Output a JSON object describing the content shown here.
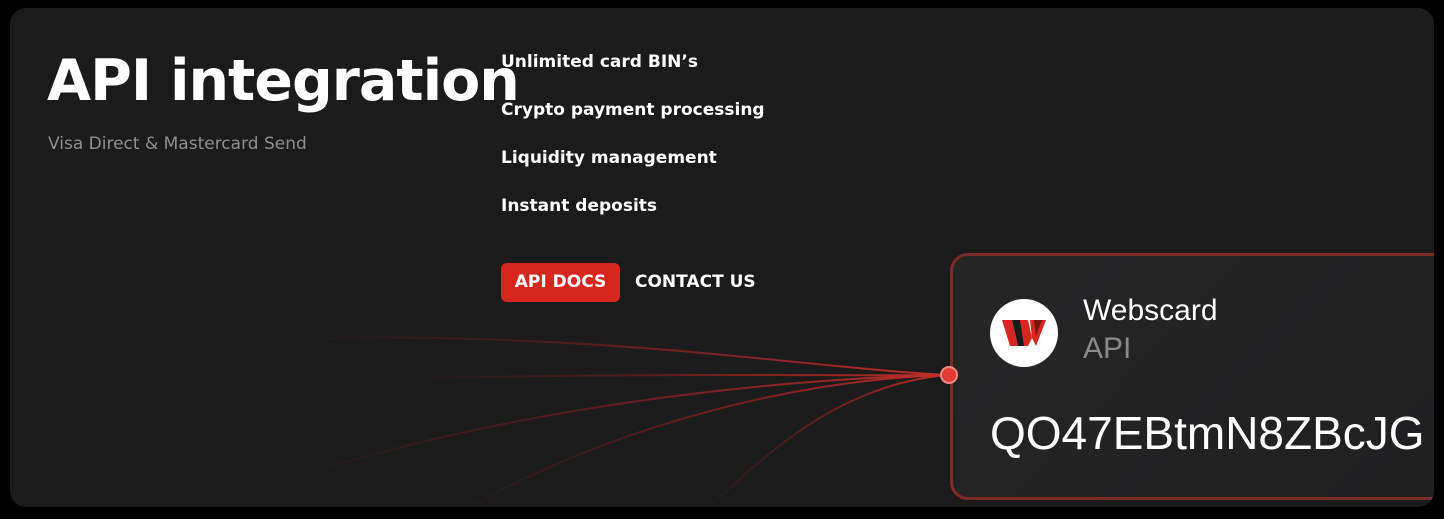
{
  "hero": {
    "title": "API integration",
    "subtitle": "Visa Direct & Mastercard Send"
  },
  "features": [
    "Unlimited card BIN’s",
    "Crypto payment processing",
    "Liquidity management",
    "Instant deposits"
  ],
  "buttons": {
    "api_docs": "API DOCS",
    "contact_us": "CONTACT US"
  },
  "card": {
    "brand": "Webscard",
    "label": "API",
    "key": "QO47EBtmN8ZBcJG",
    "logo_icon": "webscard-logo"
  },
  "colors": {
    "accent": "#d6261f",
    "background": "#1b1b1c",
    "card_border": "#7d2a28"
  }
}
